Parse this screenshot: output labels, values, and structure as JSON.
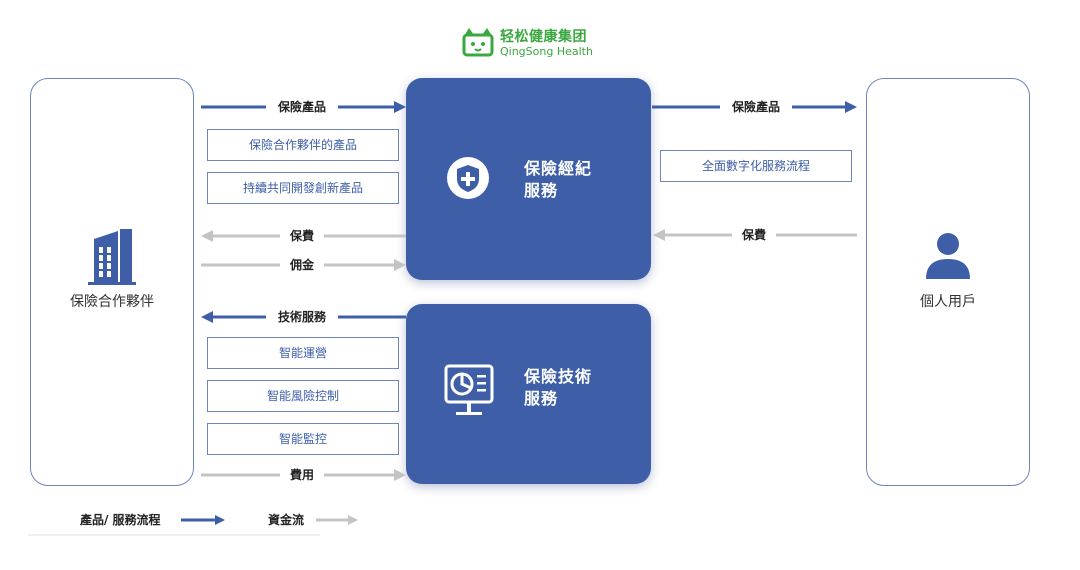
{
  "logo": {
    "name_cn": "轻松健康集团",
    "name_en": "QingSong Health",
    "color": "#3aa83e"
  },
  "colors": {
    "product_flow": "#3e5ea8",
    "fund_flow": "#c4c4c4",
    "box_fill": "#3e5ea8",
    "box_border": "#6f86bd"
  },
  "left_party": {
    "label": "保險合作夥伴",
    "icon": "building-icon"
  },
  "right_party": {
    "label": "個人用戶",
    "icon": "person-icon"
  },
  "center_top": {
    "title_line1": "保險經紀",
    "title_line2": "服務",
    "icon": "shield-plus-icon"
  },
  "center_bottom": {
    "title_line1": "保險技術",
    "title_line2": "服務",
    "icon": "monitor-chart-icon"
  },
  "flows": {
    "product_left": "保險產品",
    "product_right": "保險產品",
    "premium_left": "保費",
    "commission": "佣金",
    "premium_right": "保費",
    "tech_service": "技術服務",
    "fee": "費用"
  },
  "left_top_items": [
    "保險合作夥伴的產品",
    "持續共同開發創新產品"
  ],
  "right_items": [
    "全面數字化服務流程"
  ],
  "left_bottom_items": [
    "智能運營",
    "智能風險控制",
    "智能監控"
  ],
  "legend": {
    "product_flow": "產品/ 服務流程",
    "fund_flow": "資金流"
  }
}
